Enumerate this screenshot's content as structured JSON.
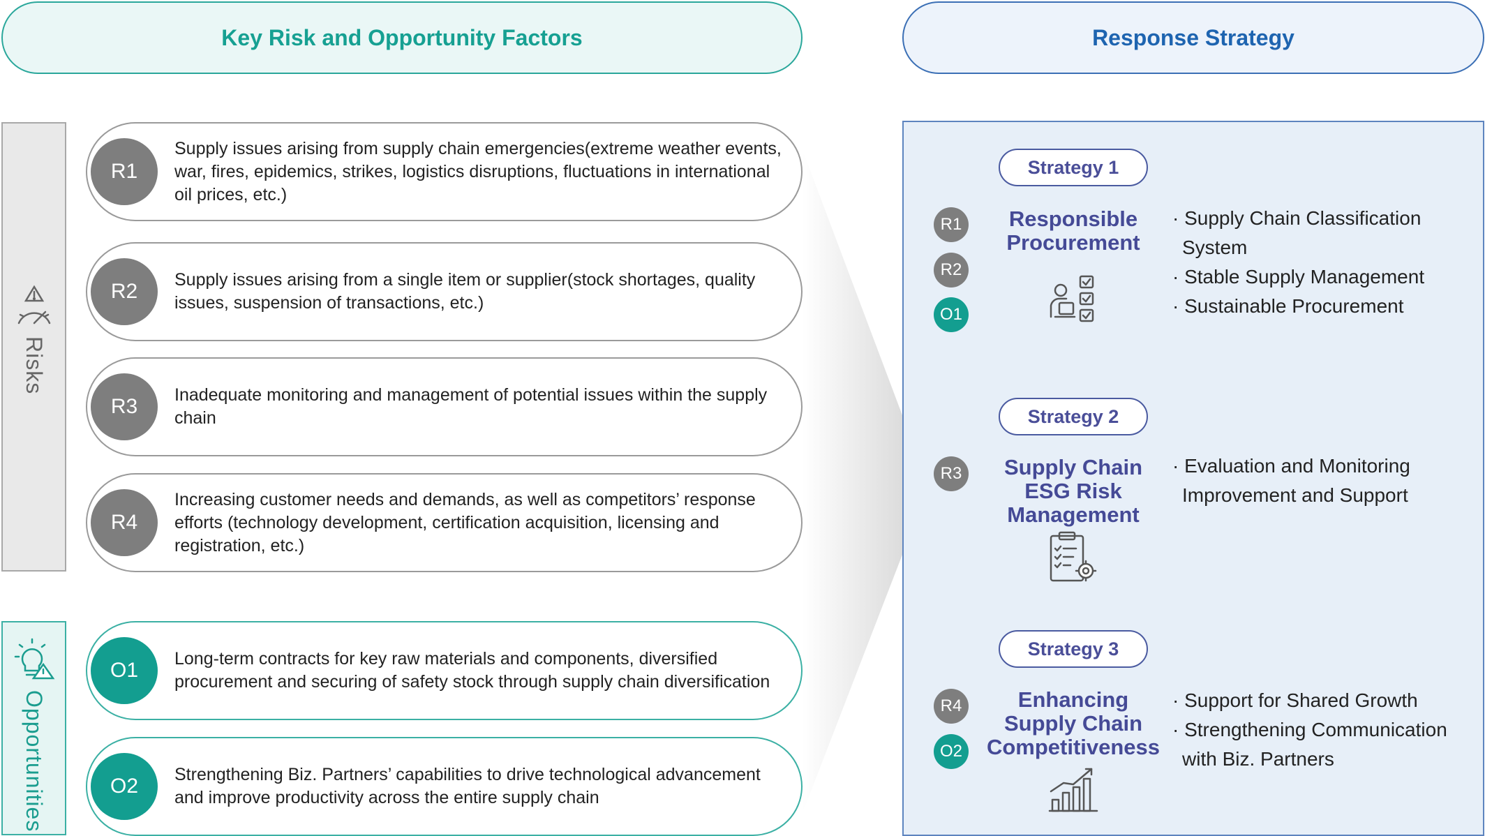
{
  "header": {
    "left_title": "Key Risk and Opportunity Factors",
    "right_title": "Response Strategy"
  },
  "sidebar": {
    "risks_label": "Risks",
    "opportunities_label": "Opportunities"
  },
  "factors": [
    {
      "code": "R1",
      "type": "risk",
      "text": "Supply issues arising from supply chain emergencies(extreme weather events, war, fires, epidemics, strikes, logistics disruptions, fluctuations in international oil prices, etc.)"
    },
    {
      "code": "R2",
      "type": "risk",
      "text": "Supply issues arising from a single item or supplier(stock shortages, quality issues, suspension of transactions, etc.)"
    },
    {
      "code": "R3",
      "type": "risk",
      "text": "Inadequate monitoring and management of potential issues within the supply chain"
    },
    {
      "code": "R4",
      "type": "risk",
      "text": "Increasing customer needs and demands, as well as competitors’ response efforts (technology development, certification acquisition, licensing and registration, etc.)"
    },
    {
      "code": "O1",
      "type": "opportunity",
      "text": "Long-term contracts for key raw materials and components, diversified procurement and securing of safety stock through supply chain diversification"
    },
    {
      "code": "O2",
      "type": "opportunity",
      "text": "Strengthening Biz. Partners’ capabilities to drive technological advancement and improve productivity across the entire supply chain"
    }
  ],
  "strategies": [
    {
      "label": "Strategy 1",
      "title": "Responsible Procurement",
      "codes": [
        "R1",
        "R2",
        "O1"
      ],
      "bullets": [
        "· Supply Chain Classification System",
        "· Stable Supply Management",
        "· Sustainable Procurement"
      ]
    },
    {
      "label": "Strategy 2",
      "title": "Supply Chain ESG Risk Management",
      "codes": [
        "R3"
      ],
      "bullets": [
        "· Evaluation and Monitoring",
        "  Improvement and Support"
      ]
    },
    {
      "label": "Strategy 3",
      "title": "Enhancing Supply Chain Competitiveness",
      "codes": [
        "R4",
        "O2"
      ],
      "bullets": [
        "· Support for Shared Growth",
        "· Strengthening Communication with Biz. Partners"
      ]
    }
  ],
  "icons": {
    "risks": "gauge-warning-icon",
    "opportunities": "lightbulb-warning-icon",
    "strategy1": "person-checklist-icon",
    "strategy2": "clipboard-gear-icon",
    "strategy3": "growth-bar-chart-icon"
  },
  "colors": {
    "teal": "#139e90",
    "gray": "#7e7e7e",
    "blue": "#1e64b0",
    "indigo": "#454a96"
  }
}
